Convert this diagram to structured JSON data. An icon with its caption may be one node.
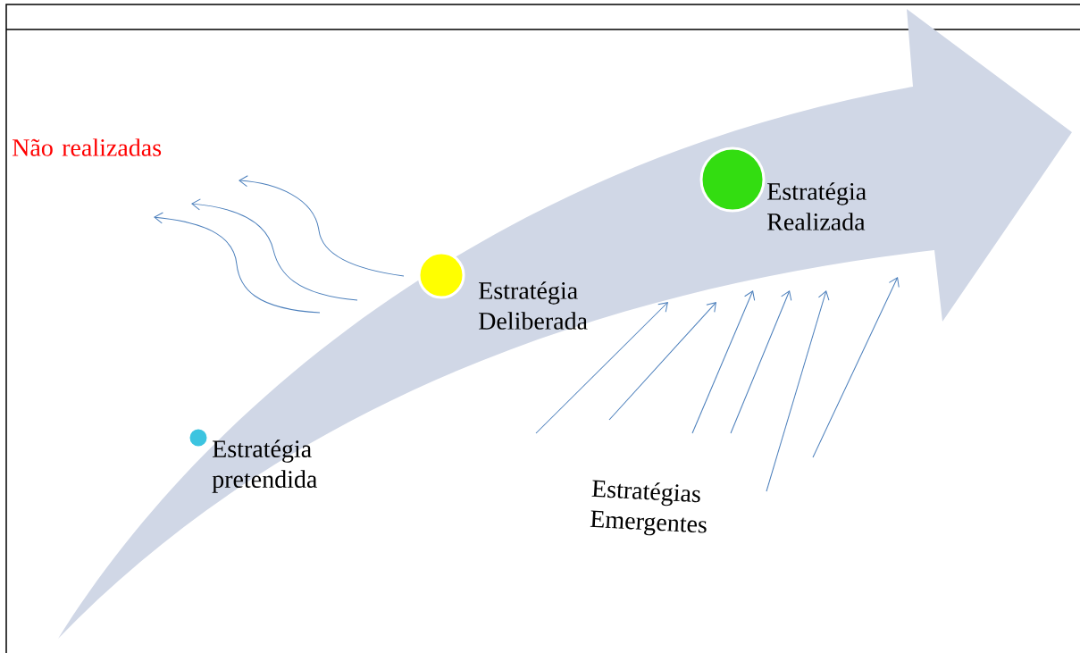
{
  "diagram": {
    "nodes": [
      {
        "text": [
          "Não realizadas"
        ]
      },
      {
        "text": [],
        "shape": "circle",
        "beside": [
          "Estratégia pretendida"
        ]
      },
      {
        "text": [],
        "shape": "circle",
        "beside": [
          "Estratégia Deliberada"
        ]
      },
      {
        "text": [],
        "shape": "circle",
        "beside": [
          "Estratégia Realizada"
        ]
      },
      {
        "text": [
          "Estratégias Emergentes"
        ]
      }
    ]
  }
}
